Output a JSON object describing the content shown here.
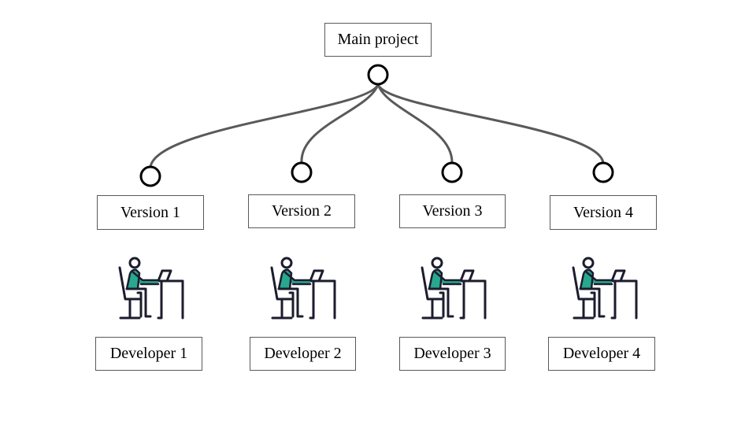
{
  "main": {
    "label": "Main project"
  },
  "versions": [
    {
      "label": "Version 1"
    },
    {
      "label": "Version 2"
    },
    {
      "label": "Version 3"
    },
    {
      "label": "Version 4"
    }
  ],
  "developers": [
    {
      "label": "Developer 1",
      "icon": "developer-at-desk-icon"
    },
    {
      "label": "Developer 2",
      "icon": "developer-at-desk-icon"
    },
    {
      "label": "Developer 3",
      "icon": "developer-at-desk-icon"
    },
    {
      "label": "Developer 4",
      "icon": "developer-at-desk-icon"
    }
  ],
  "colors": {
    "line": "#595959",
    "node": "#000000",
    "accent": "#27a88f",
    "icon_dark": "#1c1c2e"
  }
}
